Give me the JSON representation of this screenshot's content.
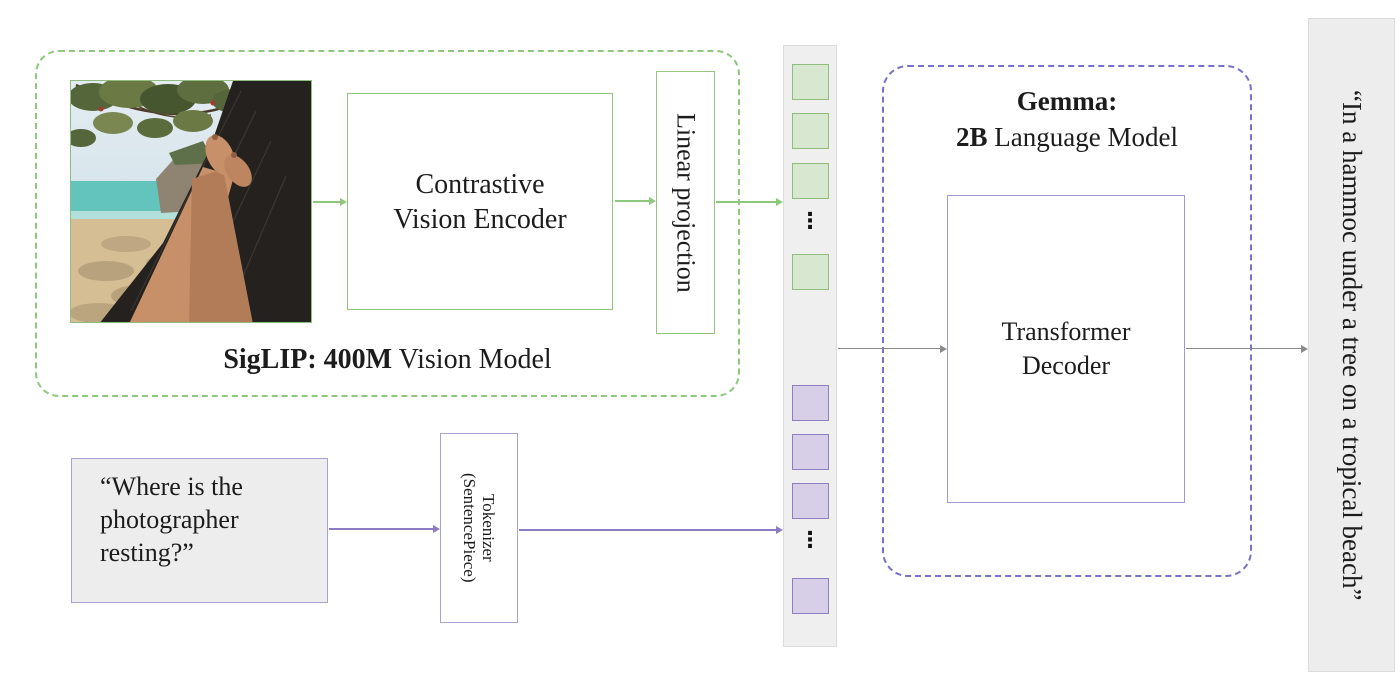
{
  "colors": {
    "green_border": "#8fbd7d",
    "green_fill": "#d7e7d0",
    "green_dash": "#8ec87d",
    "purple_border": "#8d7fc0",
    "purple_fill": "#d7cfe8",
    "gemma_dash": "#7672cb",
    "solid_purple_box_border": "#a8a2d3",
    "bar_fill": "#eeedee",
    "gray_arrow": "#8a8a8a"
  },
  "siglip": {
    "caption_bold": "SigLIP: 400M",
    "caption_regular": " Vision Model",
    "encoder_line1": "Contrastive",
    "encoder_line2": "Vision Encoder",
    "projection_label": "Linear projection",
    "photo": "beach-hammock-photo"
  },
  "text_input": {
    "question_line1": "“Where is the",
    "question_line2": "photographer",
    "question_line3": "resting?”",
    "tokenizer_line1": "Tokenizer",
    "tokenizer_line2": "(SentencePiece)"
  },
  "tokens": {
    "ellipsis": "⋮"
  },
  "gemma": {
    "title": "Gemma:",
    "subtitle_bold": "2B",
    "subtitle_regular": " Language Model",
    "decoder_line1": "Transformer",
    "decoder_line2": "Decoder"
  },
  "output": {
    "caption": "“In a hammoc under a tree on a tropical beach”"
  }
}
